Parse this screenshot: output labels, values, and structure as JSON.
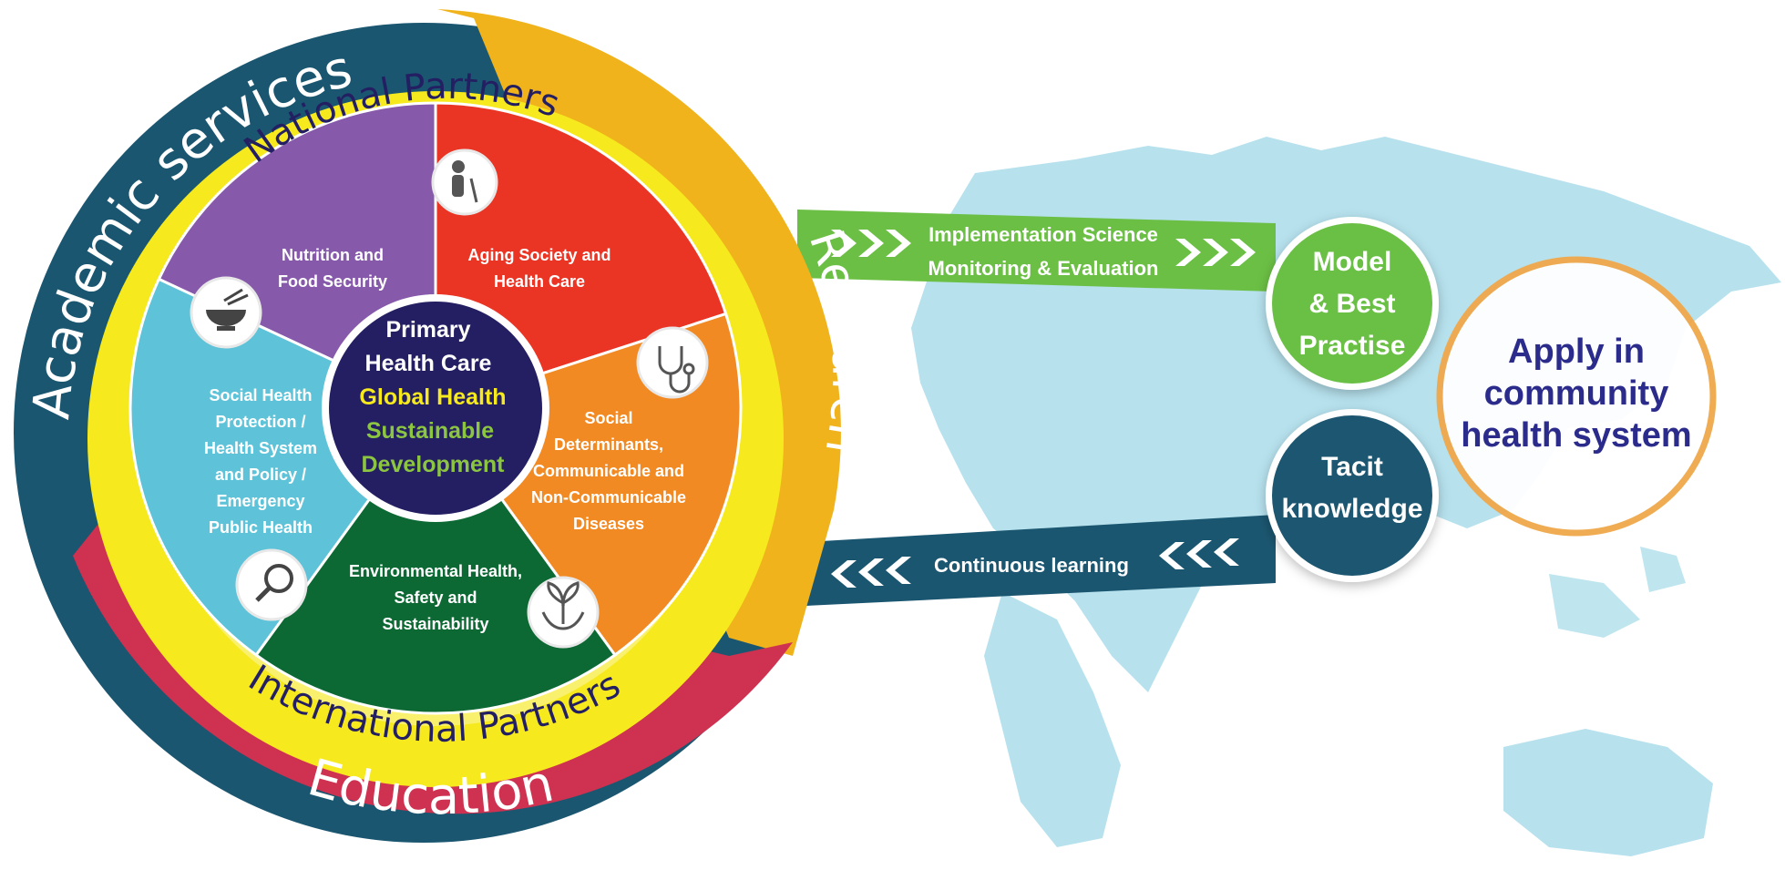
{
  "rings": {
    "academic_services": "Academic services",
    "research": "Research",
    "education": "Education",
    "national_partners": "National Partners",
    "international_partners": "International Partners"
  },
  "segments": {
    "nutrition": [
      "Nutrition and",
      "Food Security"
    ],
    "aging": [
      "Aging Society and",
      "Health Care"
    ],
    "social_determinants": [
      "Social",
      "Determinants,",
      "Communicable and",
      "Non-Communicable",
      "Diseases"
    ],
    "environmental": [
      "Environmental Health,",
      "Safety and",
      "Sustainability"
    ],
    "social_protection": [
      "Social Health",
      "Protection /",
      "Health System",
      "and Policy /",
      "Emergency",
      "Public Health"
    ]
  },
  "center": {
    "line1": "Primary",
    "line2": "Health Care",
    "line3": "Global Health",
    "line4": "Sustainable",
    "line5": "Development"
  },
  "flows": {
    "top_line1": "Implementation Science",
    "top_line2": "Monitoring & Evaluation",
    "bottom": "Continuous learning"
  },
  "nodes": {
    "model": [
      "Model",
      "& Best",
      "Practise"
    ],
    "tacit": [
      "Tacit",
      "knowledge"
    ],
    "apply": [
      "Apply in",
      "community",
      "health system"
    ]
  },
  "colors": {
    "academic": "#1b5670",
    "research": "#f0b31c",
    "education": "#cf3150",
    "partners_ring": "#f6ea1f",
    "nutrition": "#8659ab",
    "aging": "#ea3525",
    "social_determinants": "#f28a24",
    "environmental": "#0d6934",
    "social_protection": "#5ec3d8",
    "center": "#231f62",
    "global_health": "#f6ea1f",
    "sustainable": "#8cc541",
    "green_flow": "#6bbf44",
    "blue_flow": "#1b5670",
    "apply_text": "#2b2b8c",
    "apply_border": "#f0a84a",
    "map": "#a9dcea"
  },
  "icons": [
    "elderly-person-icon",
    "food-bowl-icon",
    "stethoscope-icon",
    "plant-hands-icon",
    "magnifier-icon"
  ]
}
